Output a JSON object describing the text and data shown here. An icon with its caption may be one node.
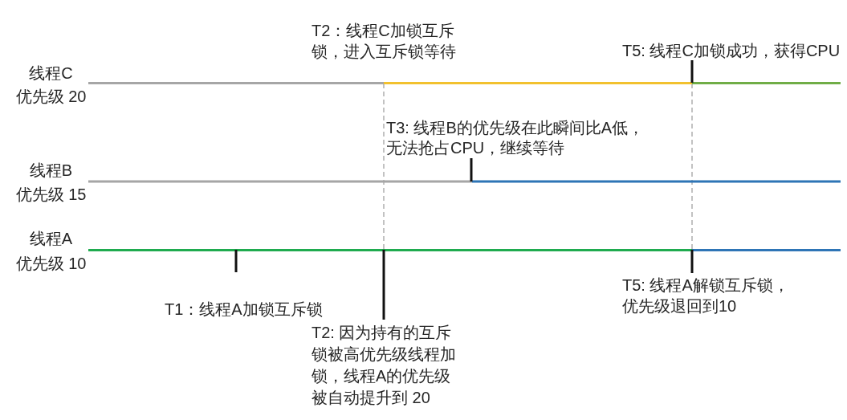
{
  "diagram": {
    "labels": [
      "T2：线程C加锁互斥锁，进入互斥锁等待",
      "T5: 线程C加锁成功，获得CPU",
      "线程C",
      "优先级 20",
      "T3: 线程B的优先级在此瞬间比A低，无法抢占CPU，继续等待",
      "线程B",
      "优先级 15",
      "线程A",
      "优先级 10",
      "T5: 线程A解锁互斥锁，优先级退回到10",
      "T1：线程A加锁互斥锁",
      "T2: 因为持有的互斥锁被高优先级线程加锁，线程A的优先级被自动提升到 20"
    ]
  }
}
